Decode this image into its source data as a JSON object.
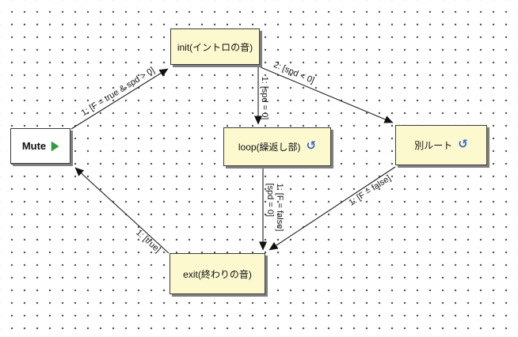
{
  "colors": {
    "node-fill": "#fcf9cf",
    "node-border": "#3c3c3c",
    "shadow": "#7f7f7f",
    "edge": "#1f1f1f",
    "icon-blue": "#3b66cc",
    "play-green": "#2f9e3a",
    "dot": "#45454d",
    "label-color": "#141414"
  },
  "nodes": {
    "mute": {
      "label": "Mute",
      "icon": "play-triangle-icon"
    },
    "init": {
      "label": "init(イントロの音)"
    },
    "loop": {
      "label": "loop(繰返し部)",
      "icon": "loop-repeat-icon",
      "icon_glyph": "↺"
    },
    "alt_route": {
      "label": "別ルート",
      "icon": "loop-repeat-icon",
      "icon_glyph": "↺"
    },
    "exit": {
      "label": "exit(終わりの音)"
    }
  },
  "edges": {
    "mute_to_init": {
      "label": "1: [F = true & spd > 0]"
    },
    "init_to_loop": {
      "label": "1: [spd = 0]"
    },
    "init_to_alt": {
      "label": "2: [spd < 0]"
    },
    "loop_to_exit": {
      "label_line1": "1: [F = false]",
      "label_line2": "[spd = 0]"
    },
    "alt_to_exit": {
      "label": "1: [F = false]"
    },
    "exit_to_mute": {
      "label": "1: [true]"
    }
  }
}
